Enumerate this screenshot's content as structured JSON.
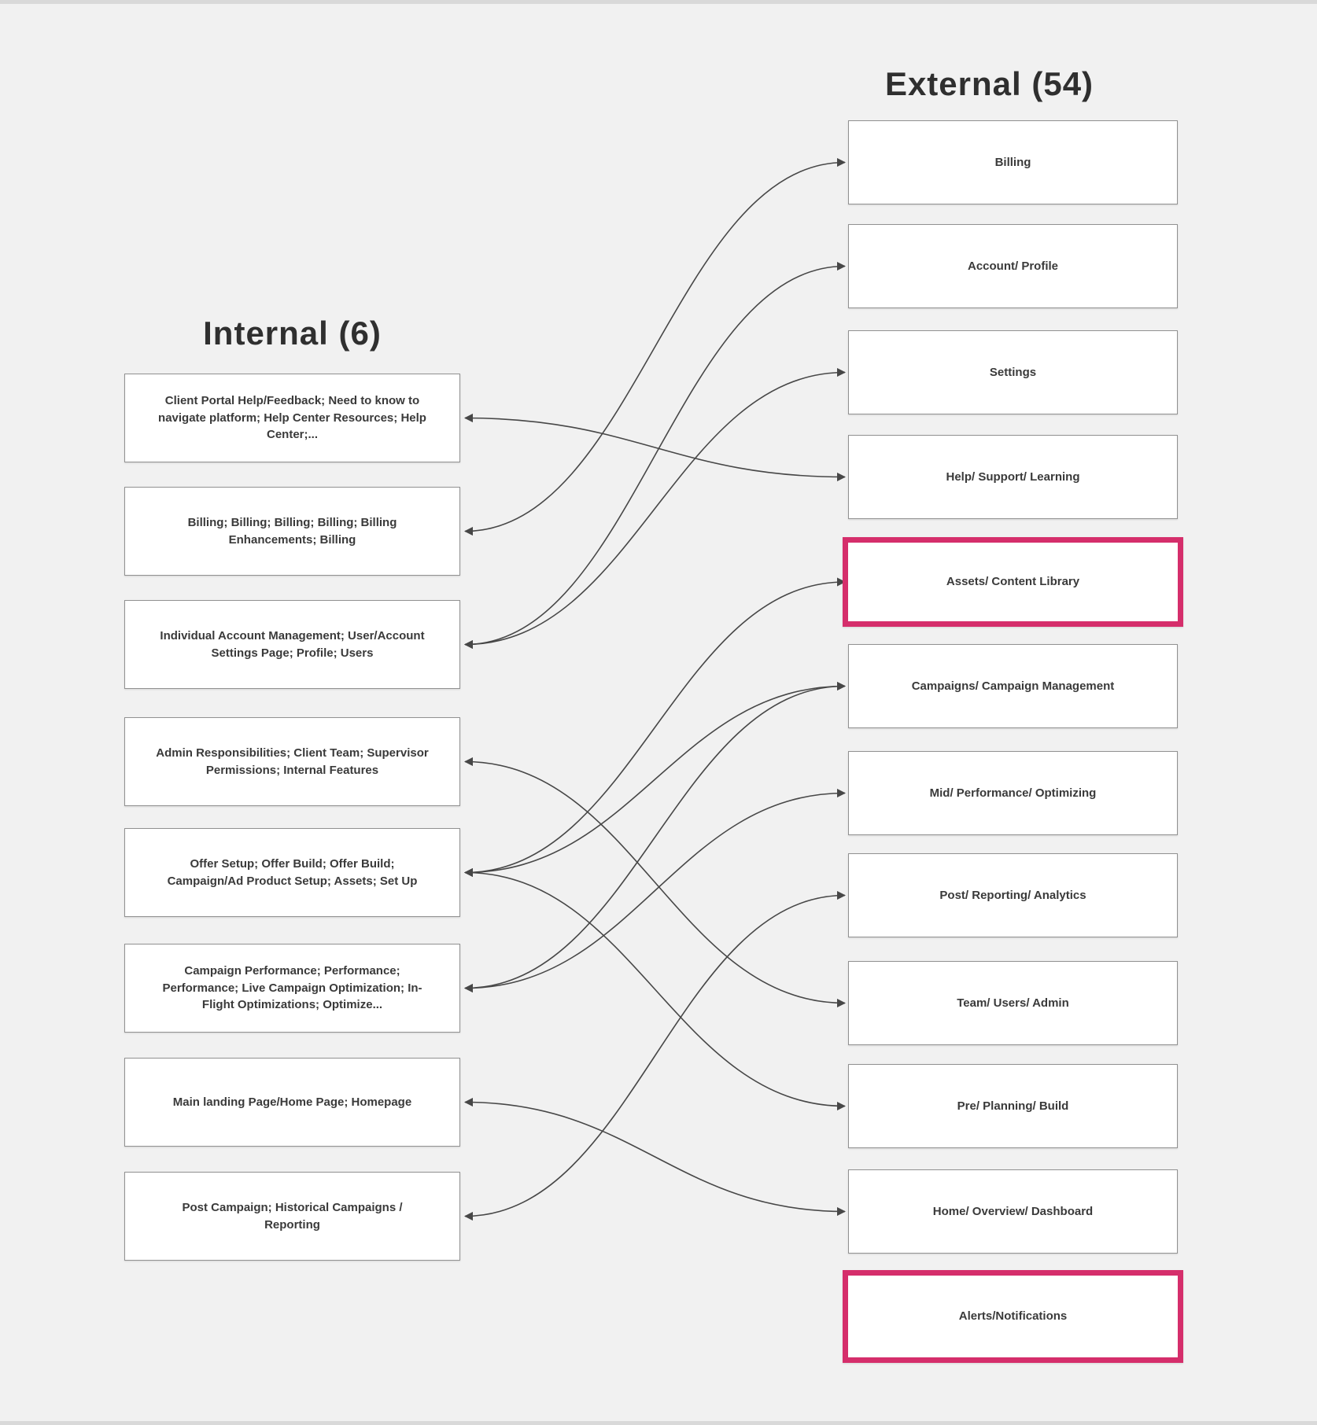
{
  "internal": {
    "title": "Internal (6)",
    "boxes": [
      {
        "label": "Client Portal Help/Feedback; Need to know to navigate platform; Help Center Resources; Help Center;..."
      },
      {
        "label": "Billing; Billing; Billing; Billing; Billing Enhancements; Billing"
      },
      {
        "label": "Individual Account Management; User/Account Settings Page; Profile; Users"
      },
      {
        "label": "Admin Responsibilities; Client Team; Supervisor Permissions; Internal Features"
      },
      {
        "label": "Offer Setup; Offer Build; Offer Build; Campaign/Ad Product Setup; Assets; Set Up"
      },
      {
        "label": "Campaign Performance; Performance; Performance; Live Campaign Optimization; In-Flight Optimizations; Optimize..."
      },
      {
        "label": "Main landing Page/Home Page; Homepage"
      },
      {
        "label": "Post Campaign; Historical Campaigns / Reporting"
      }
    ]
  },
  "external": {
    "title": "External (54)",
    "boxes": [
      {
        "label": "Billing",
        "highlighted": false
      },
      {
        "label": "Account/ Profile",
        "highlighted": false
      },
      {
        "label": "Settings",
        "highlighted": false
      },
      {
        "label": "Help/ Support/ Learning",
        "highlighted": false
      },
      {
        "label": "Assets/ Content Library",
        "highlighted": true
      },
      {
        "label": "Campaigns/ Campaign Management",
        "highlighted": false
      },
      {
        "label": "Mid/ Performance/ Optimizing",
        "highlighted": false
      },
      {
        "label": "Post/ Reporting/ Analytics",
        "highlighted": false
      },
      {
        "label": "Team/ Users/ Admin",
        "highlighted": false
      },
      {
        "label": "Pre/ Planning/ Build",
        "highlighted": false
      },
      {
        "label": "Home/ Overview/ Dashboard",
        "highlighted": false
      },
      {
        "label": "Alerts/Notifications",
        "highlighted": true
      }
    ]
  },
  "connections": [
    {
      "from": 0,
      "to": 3
    },
    {
      "from": 1,
      "to": 0
    },
    {
      "from": 2,
      "to": 1
    },
    {
      "from": 2,
      "to": 2
    },
    {
      "from": 3,
      "to": 8
    },
    {
      "from": 4,
      "to": 4
    },
    {
      "from": 4,
      "to": 5
    },
    {
      "from": 4,
      "to": 9
    },
    {
      "from": 5,
      "to": 5
    },
    {
      "from": 5,
      "to": 6
    },
    {
      "from": 6,
      "to": 10
    },
    {
      "from": 7,
      "to": 7
    }
  ],
  "colors": {
    "highlight": "#d52e6b",
    "line": "#474747",
    "box_border": "#919191",
    "box_background": "#ffffff",
    "canvas_background": "#f1f1f1",
    "text": "#3a3a3a"
  }
}
